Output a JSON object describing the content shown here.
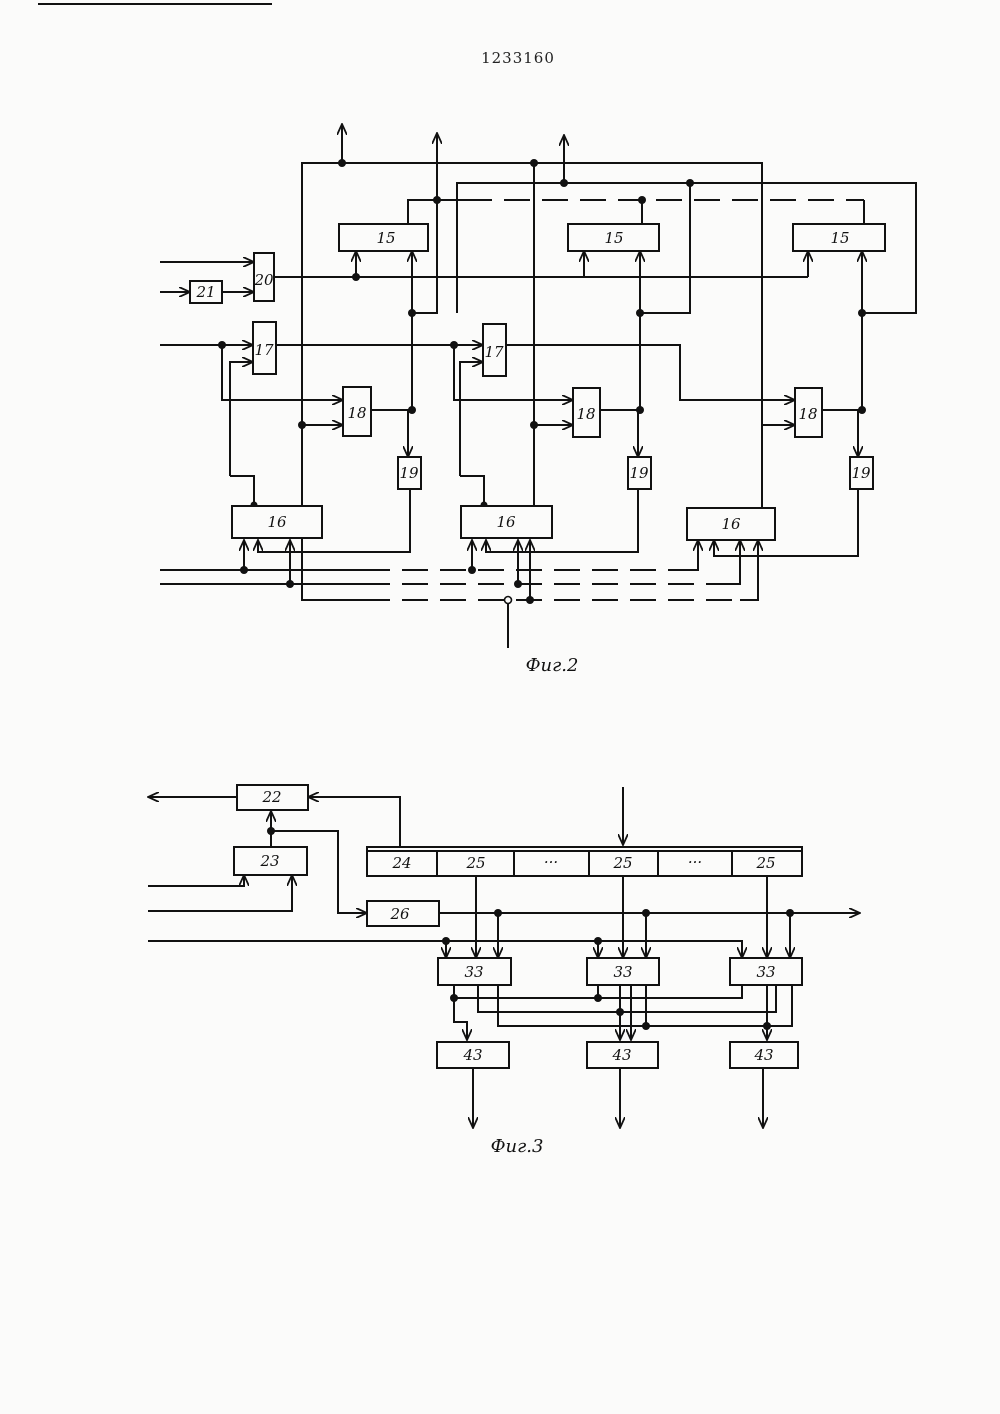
{
  "patent_number": "1233160",
  "fig2": {
    "caption": "Фиг.2",
    "blocks": {
      "b15": "15",
      "b16": "16",
      "b17": "17",
      "b18": "18",
      "b19": "19",
      "b20": "20",
      "b21": "21"
    }
  },
  "fig3": {
    "caption": "Фиг.3",
    "blocks": {
      "b22": "22",
      "b23": "23",
      "b24": "24",
      "b25": "25",
      "b26": "26",
      "b33": "33",
      "b43": "43",
      "ellipsis": "···"
    }
  }
}
